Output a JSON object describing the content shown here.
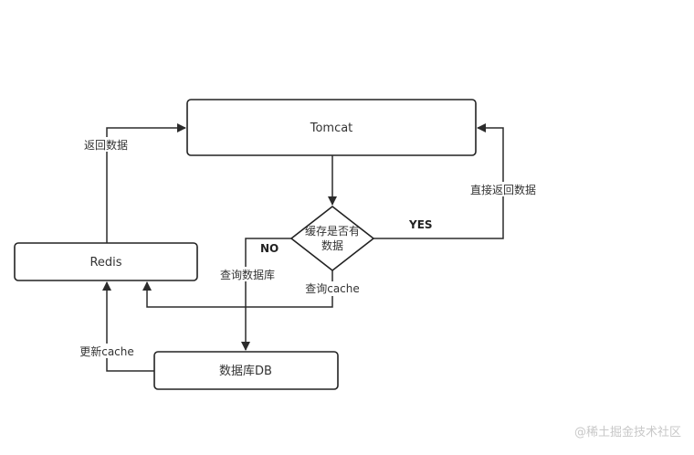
{
  "nodes": {
    "tomcat": "Tomcat",
    "decision_line1": "缓存是否有",
    "decision_line2": "数据",
    "redis": "Redis",
    "database": "数据库DB"
  },
  "edges": {
    "redis_to_tomcat": "返回数据",
    "yes_label": "YES",
    "yes_return": "直接返回数据",
    "no_label": "NO",
    "query_database": "查询数据库",
    "query_cache": "查询cache",
    "update_cache": "更新cache"
  },
  "watermark": "@稀土掘金技术社区",
  "colors": {
    "stroke": "#222222",
    "text": "#333333",
    "watermark": "#c8c8c8"
  }
}
